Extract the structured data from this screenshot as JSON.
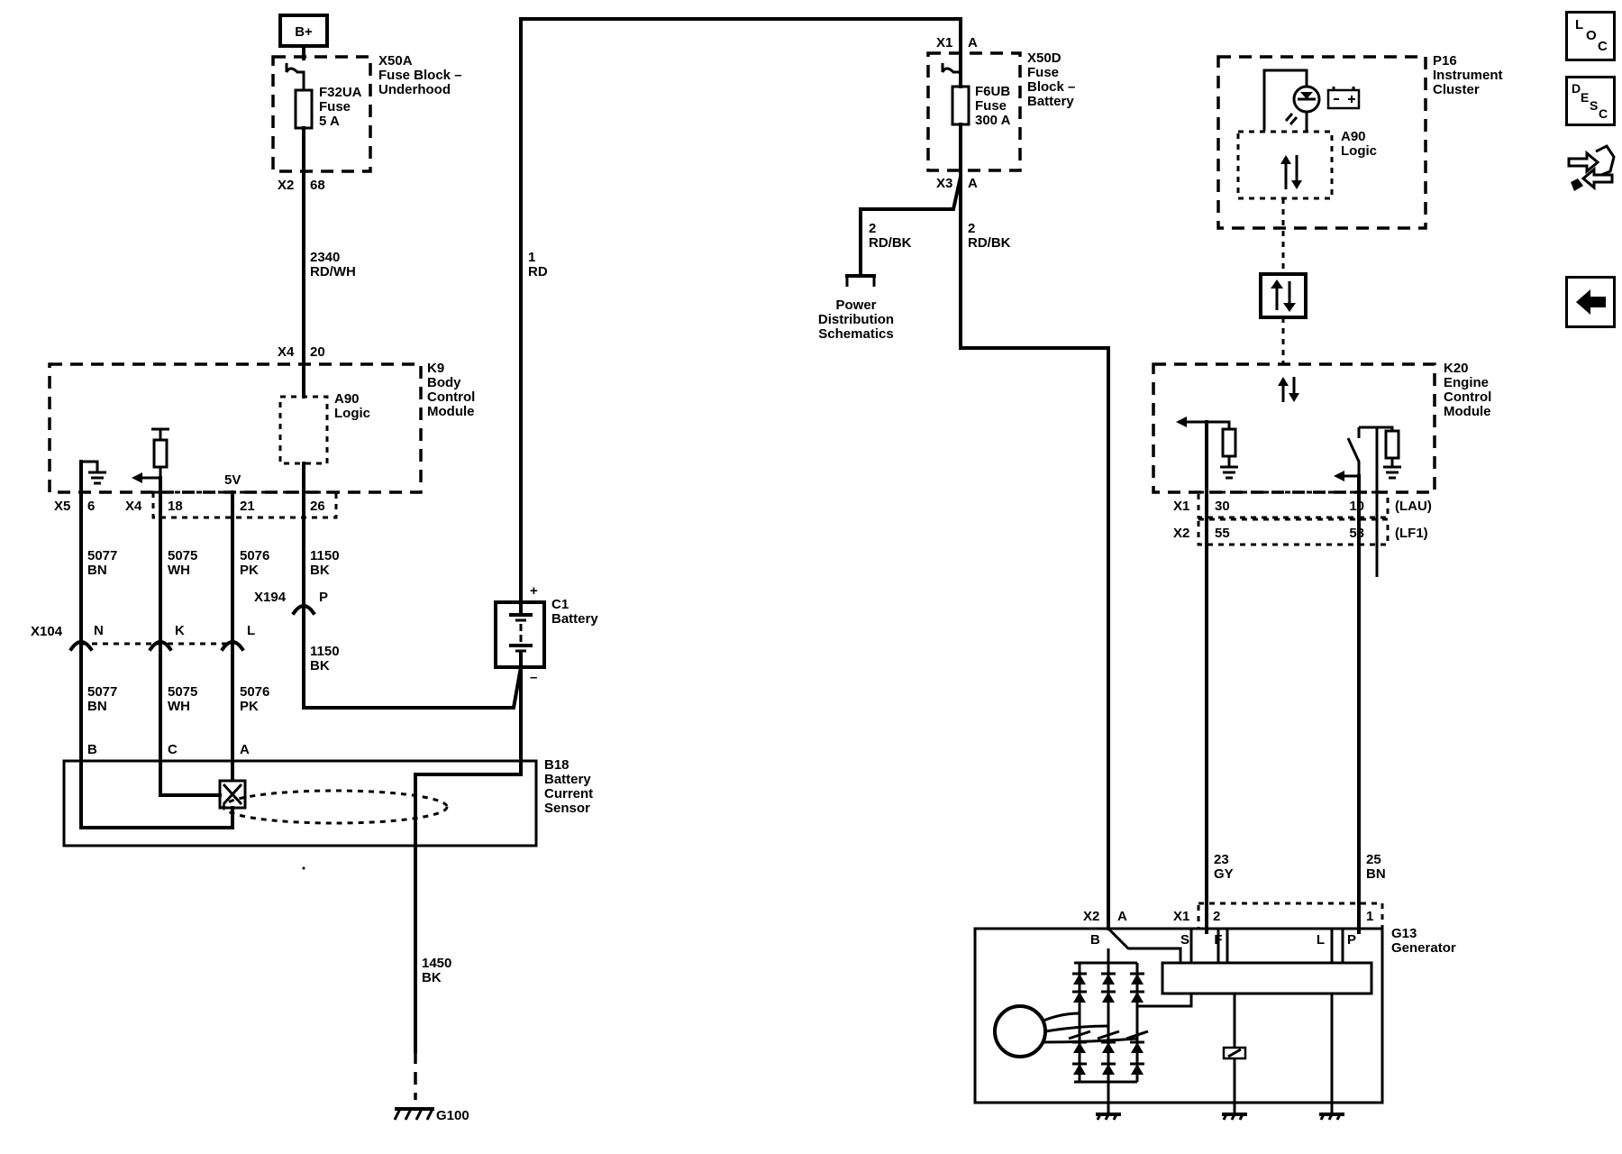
{
  "power": {
    "bplus": "B+"
  },
  "x50a": {
    "name": "X50A",
    "desc1": "Fuse Block –",
    "desc2": "Underhood",
    "fuse_id": "F32UA",
    "fuse_word": "Fuse",
    "fuse_rating": "5 A",
    "conn": "X2",
    "pin": "68"
  },
  "x50d": {
    "name": "X50D",
    "desc1": "Fuse",
    "desc2": "Block –",
    "desc3": "Battery",
    "fuse_id": "F6UB",
    "fuse_word": "Fuse",
    "fuse_rating": "300 A",
    "in_conn": "X1",
    "in_pin": "A",
    "out_conn": "X3",
    "out_pin": "A"
  },
  "wires": {
    "w2340": {
      "num": "2340",
      "color": "RD/WH"
    },
    "w1": {
      "num": "1",
      "color": "RD"
    },
    "w2a": {
      "num": "2",
      "color": "RD/BK"
    },
    "w2b": {
      "num": "2",
      "color": "RD/BK"
    },
    "w5077a": {
      "num": "5077",
      "color": "BN"
    },
    "w5075a": {
      "num": "5075",
      "color": "WH"
    },
    "w5076a": {
      "num": "5076",
      "color": "PK"
    },
    "w1150a": {
      "num": "1150",
      "color": "BK"
    },
    "w1150b": {
      "num": "1150",
      "color": "BK"
    },
    "w5077b": {
      "num": "5077",
      "color": "BN"
    },
    "w5075b": {
      "num": "5075",
      "color": "WH"
    },
    "w5076b": {
      "num": "5076",
      "color": "PK"
    },
    "w1450": {
      "num": "1450",
      "color": "BK"
    },
    "w23": {
      "num": "23",
      "color": "GY"
    },
    "w25": {
      "num": "25",
      "color": "BN"
    }
  },
  "pds": {
    "line1": "Power",
    "line2": "Distribution",
    "line3": "Schematics"
  },
  "k9": {
    "name": "K9",
    "line1": "Body",
    "line2": "Control",
    "line3": "Module",
    "logic_id": "A90",
    "logic": "Logic",
    "in_conn": "X4",
    "in_pin": "20",
    "v5": "5V",
    "c_x5": "X5",
    "p6": "6",
    "c_x4": "X4",
    "p18": "18",
    "p21": "21",
    "p26": "26"
  },
  "x194": {
    "name": "X194",
    "pin": "P"
  },
  "x104": {
    "name": "X104",
    "pn": "N",
    "pk": "K",
    "pl": "L"
  },
  "c1": {
    "name": "C1",
    "desc": "Battery",
    "plus": "+",
    "minus": "–"
  },
  "b18": {
    "name": "B18",
    "line1": "Battery",
    "line2": "Current",
    "line3": "Sensor",
    "pb": "B",
    "pc": "C",
    "pa": "A"
  },
  "g100": {
    "name": "G100"
  },
  "p16": {
    "name": "P16",
    "line1": "Instrument",
    "line2": "Cluster",
    "logic_id": "A90",
    "logic": "Logic"
  },
  "k20": {
    "name": "K20",
    "line1": "Engine",
    "line2": "Control",
    "line3": "Module",
    "c_x1": "X1",
    "p30": "30",
    "p10": "10",
    "lau": "(LAU)",
    "c_x2": "X2",
    "p55": "55",
    "p53": "53",
    "lf1": "(LF1)"
  },
  "g13": {
    "name": "G13",
    "desc": "Generator",
    "c_x2": "X2",
    "pa": "A",
    "c_x1": "X1",
    "p2": "2",
    "p1": "1",
    "tb": "B",
    "ts": "S",
    "tf": "F",
    "tl": "L",
    "tp": "P"
  },
  "nav": {
    "loc_l": "L",
    "loc_o": "O",
    "loc_c": "C",
    "desc_d": "D",
    "desc_e": "E",
    "desc_s": "S",
    "desc_c": "C"
  }
}
